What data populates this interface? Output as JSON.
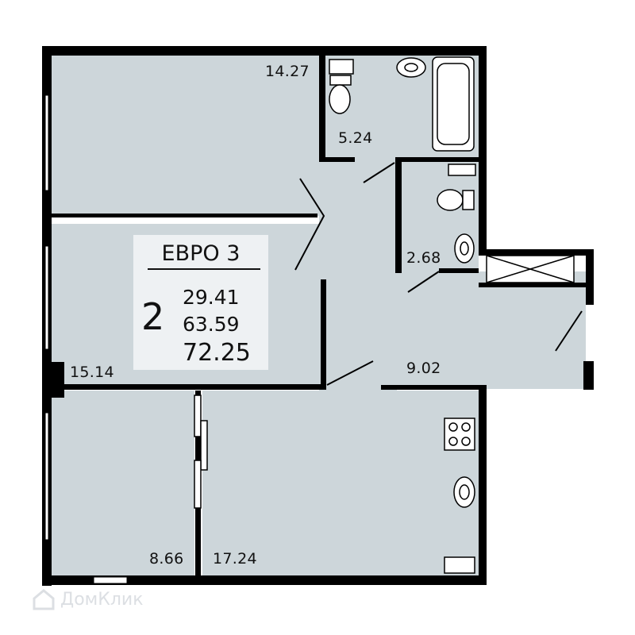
{
  "plan": {
    "type_label": "ЕВРО 3",
    "rooms_count": "2",
    "living_area": "29.41",
    "usable_area": "63.59",
    "total_area": "72.25"
  },
  "rooms": {
    "bedroom": "14.27",
    "bathroom": "5.24",
    "wc": "2.68",
    "living": "15.14",
    "hall": "9.02",
    "storage": "8.66",
    "kitchen": "17.24"
  },
  "watermark": "ДомКлик",
  "colors": {
    "room_fill": "#cdd6da",
    "wall": "#000000",
    "summary_bg": "#eef1f3"
  }
}
